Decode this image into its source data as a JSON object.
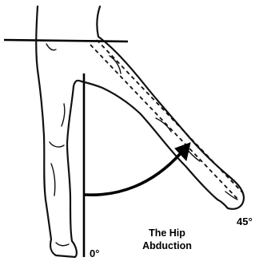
{
  "diagram": {
    "caption_line1": "The Hip",
    "caption_line2": "Abduction",
    "angle_start_label": "0°",
    "angle_end_label": "45°"
  },
  "measurement": {
    "movement": "hip abduction",
    "from_degrees": 0,
    "to_degrees": 45
  },
  "colors": {
    "ink": "#000000",
    "background": "#ffffff"
  }
}
